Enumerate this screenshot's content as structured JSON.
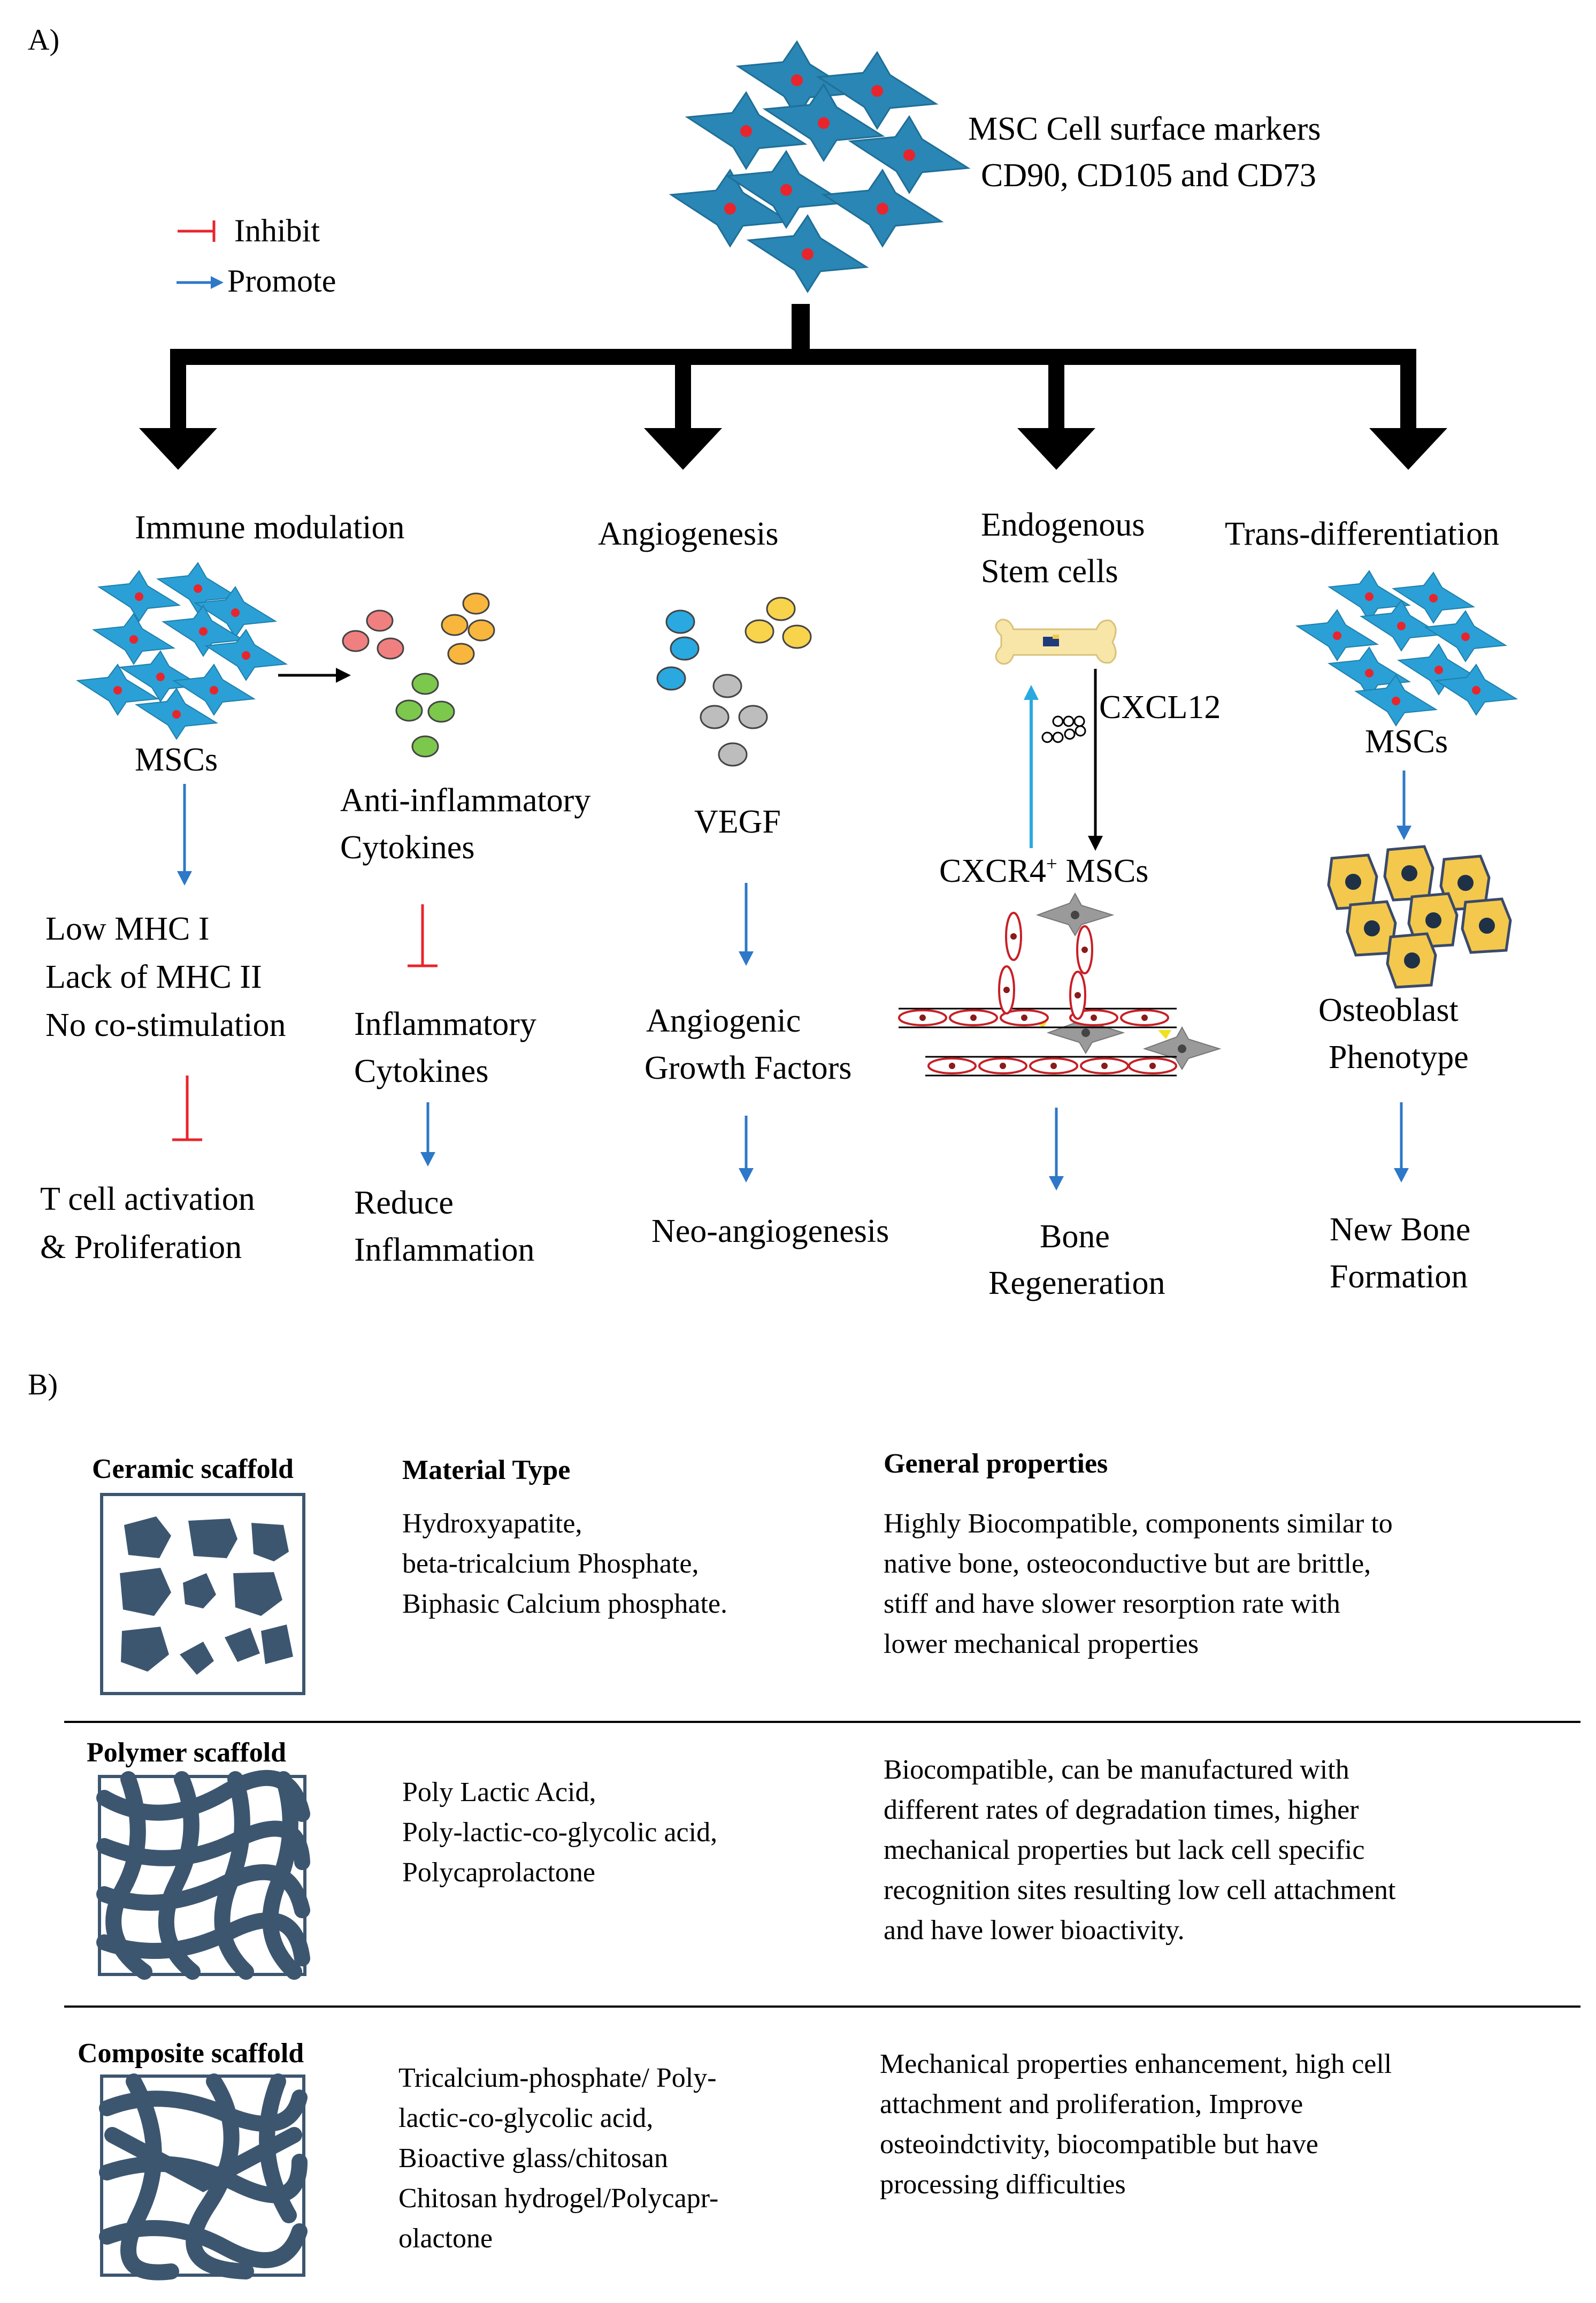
{
  "panel_a": {
    "label": "A)",
    "header": {
      "line1": "MSC Cell surface markers",
      "line2": "CD90, CD105 and CD73"
    },
    "legend": {
      "inhibit": "Inhibit",
      "promote": "Promote"
    },
    "immune": {
      "title": "Immune modulation",
      "msc_label": "MSCs",
      "cytokines": [
        "Anti-inflammatory",
        "Cytokines"
      ],
      "mhc": [
        "Low MHC I",
        "Lack of MHC II",
        "No co-stimulation"
      ],
      "tcell": [
        "T cell activation",
        "& Proliferation"
      ],
      "inflammatory": [
        "Inflammatory",
        "Cytokines"
      ],
      "reduce": [
        "Reduce",
        "Inflammation"
      ]
    },
    "angio": {
      "title": "Angiogenesis",
      "vegf": "VEGF",
      "growth": [
        "Angiogenic",
        "Growth Factors"
      ],
      "neo": "Neo-angiogenesis"
    },
    "endo": {
      "title": [
        "Endogenous",
        "Stem cells"
      ],
      "cxcl12": "CXCL12",
      "cxcr4": "CXCR4",
      "cxcr4_sup": "+",
      "cxcr4_suffix": " MSCs",
      "bone": [
        "Bone",
        "Regeneration"
      ]
    },
    "trans": {
      "title": "Trans-differentiation",
      "msc_label": "MSCs",
      "osteo": [
        "Osteoblast",
        "Phenotype"
      ],
      "newbone": [
        "New Bone",
        "Formation"
      ]
    }
  },
  "panel_b": {
    "label": "B)",
    "headers": {
      "material": "Material Type",
      "properties": "General properties"
    },
    "rows": [
      {
        "name": "Ceramic scaffold",
        "material": [
          "Hydroxyapatite,",
          "beta-tricalcium Phosphate,",
          "Biphasic Calcium phosphate."
        ],
        "properties": [
          "Highly Biocompatible, components similar to",
          "native bone, osteoconductive but are brittle,",
          "stiff and have slower resorption rate with",
          "lower mechanical properties"
        ]
      },
      {
        "name": "Polymer scaffold",
        "material": [
          "Poly Lactic Acid,",
          "Poly-lactic-co-glycolic acid,",
          "Polycaprolactone"
        ],
        "properties": [
          "Biocompatible, can be manufactured with",
          "different rates of degradation times, higher",
          "mechanical properties but lack cell specific",
          "recognition sites resulting low cell attachment",
          "and have lower bioactivity."
        ]
      },
      {
        "name": "Composite scaffold",
        "material": [
          "Tricalcium-phosphate/ Poly-",
          "lactic-co-glycolic acid,",
          "Bioactive glass/chitosan",
          "Chitosan hydrogel/Polycapr-",
          "olactone"
        ],
        "properties": [
          "Mechanical properties enhancement, high cell",
          "attachment and proliferation, Improve",
          "osteoindctivity, biocompatible but have",
          "processing difficulties"
        ]
      }
    ]
  },
  "colors": {
    "msc_cell": "#2a86b4",
    "msc_nucleus": "#e8252c",
    "inhibit": "#e8252c",
    "promote": "#2d78c8",
    "bone_arrow": "#29a9e0",
    "scaffold": "#3d5670",
    "osteoblast_fill": "#f3c84c",
    "osteoblast_nucleus": "#1f3147"
  }
}
